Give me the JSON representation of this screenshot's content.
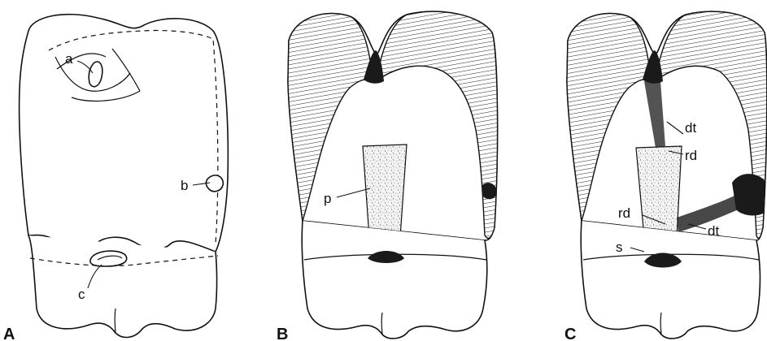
{
  "panels": [
    {
      "letter": "A",
      "labels": [
        "a",
        "b",
        "c"
      ]
    },
    {
      "letter": "B",
      "labels": [
        "p"
      ]
    },
    {
      "letter": "C",
      "labels": [
        "dt",
        "rd",
        "rd",
        "dt",
        "s"
      ]
    }
  ]
}
